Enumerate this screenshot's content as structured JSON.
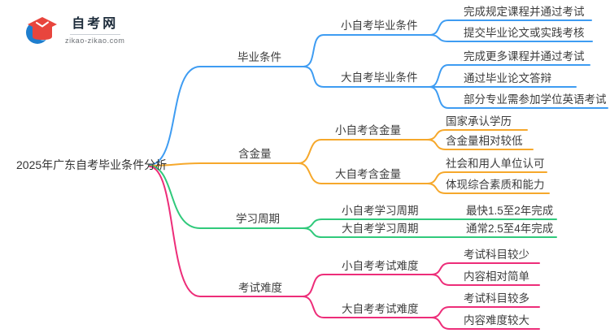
{
  "logo": {
    "icon": "graduation-cap-icon",
    "site_name": "自考网",
    "site_url": "zikao-zikao.com",
    "icon_colors": {
      "crescent_blue": "#1E7ECE",
      "cap_red": "#E8453D"
    }
  },
  "root": {
    "title": "2025年广东自考毕业条件分析"
  },
  "branches": [
    {
      "label": "毕业条件",
      "color": "#3E9CF2",
      "children": [
        {
          "label": "小自考毕业条件",
          "leaves": [
            "完成规定课程并通过考试",
            "提交毕业论文或实践考核"
          ]
        },
        {
          "label": "大自考毕业条件",
          "leaves": [
            "完成更多课程并通过考试",
            "通过毕业论文答辩",
            "部分专业需参加学位英语考试"
          ]
        }
      ]
    },
    {
      "label": "含金量",
      "color": "#F6A82B",
      "children": [
        {
          "label": "小自考含金量",
          "leaves": [
            "国家承认学历",
            "含金量相对较低"
          ]
        },
        {
          "label": "大自考含金量",
          "leaves": [
            "社会和用人单位认可",
            "体现综合素质和能力"
          ]
        }
      ]
    },
    {
      "label": "学习周期",
      "color": "#30C97B",
      "children": [
        {
          "label": "小自考学习周期",
          "leaves": [
            "最快1.5至2年完成"
          ]
        },
        {
          "label": "大自考学习周期",
          "leaves": [
            "通常2.5至4年完成"
          ]
        }
      ]
    },
    {
      "label": "考试难度",
      "color": "#ED2D79",
      "children": [
        {
          "label": "小自考考试难度",
          "leaves": [
            "考试科目较少",
            "内容相对简单"
          ]
        },
        {
          "label": "大自考考试难度",
          "leaves": [
            "考试科目较多",
            "内容难度较大"
          ]
        }
      ]
    }
  ]
}
